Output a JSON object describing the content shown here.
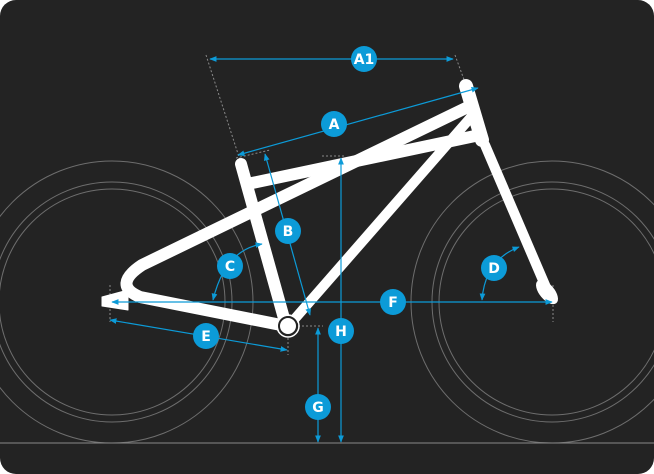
{
  "colors": {
    "background": "#232323",
    "accent": "#0c9bd8",
    "frame": "#ffffff",
    "guides": "#8a8a8a"
  },
  "labels": {
    "a1": "A1",
    "a": "A",
    "b": "B",
    "c": "C",
    "d": "D",
    "e": "E",
    "f": "F",
    "g": "G",
    "h": "H"
  }
}
